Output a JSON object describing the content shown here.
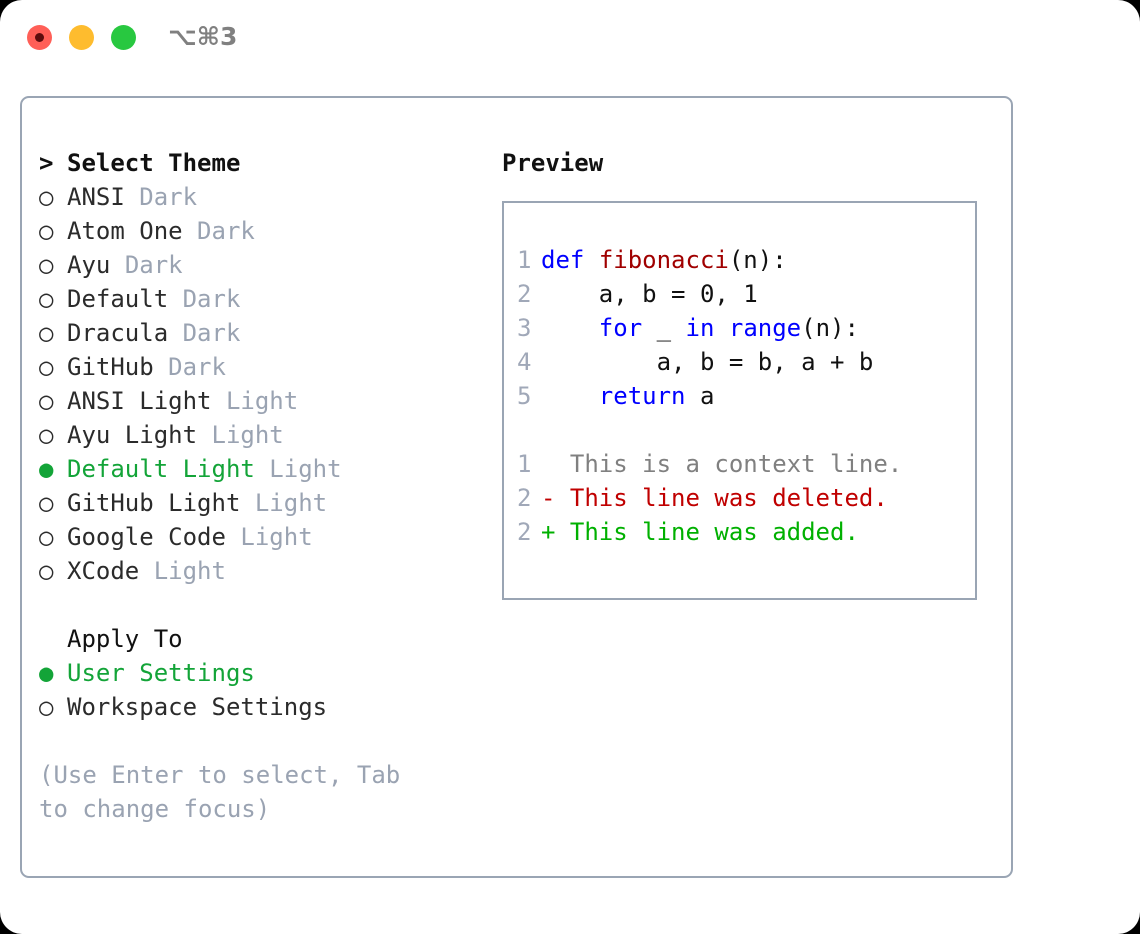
{
  "window": {
    "shortcut": "⌥⌘3",
    "traffic_lights": [
      "close-red",
      "minimize-yellow",
      "maximize-green"
    ],
    "colors": {
      "red": "#ff5f57",
      "yellow": "#febc2e",
      "green": "#28c840",
      "border": "#9aa5b4",
      "accent_green": "#13a438",
      "muted": "#9aa3b2"
    }
  },
  "theme_picker": {
    "header_marker": ">",
    "header_label": "Select Theme",
    "items": [
      {
        "marker": "○",
        "name": "ANSI",
        "kind": "Dark",
        "selected": false
      },
      {
        "marker": "○",
        "name": "Atom One",
        "kind": "Dark",
        "selected": false
      },
      {
        "marker": "○",
        "name": "Ayu",
        "kind": "Dark",
        "selected": false
      },
      {
        "marker": "○",
        "name": "Default",
        "kind": "Dark",
        "selected": false
      },
      {
        "marker": "○",
        "name": "Dracula",
        "kind": "Dark",
        "selected": false
      },
      {
        "marker": "○",
        "name": "GitHub",
        "kind": "Dark",
        "selected": false
      },
      {
        "marker": "○",
        "name": "ANSI Light",
        "kind": "Light",
        "selected": false
      },
      {
        "marker": "○",
        "name": "Ayu Light",
        "kind": "Light",
        "selected": false
      },
      {
        "marker": "●",
        "name": "Default Light",
        "kind": "Light",
        "selected": true
      },
      {
        "marker": "○",
        "name": "GitHub Light",
        "kind": "Light",
        "selected": false
      },
      {
        "marker": "○",
        "name": "Google Code",
        "kind": "Light",
        "selected": false
      },
      {
        "marker": "○",
        "name": "XCode",
        "kind": "Light",
        "selected": false
      }
    ]
  },
  "apply_to": {
    "header_label": "Apply To",
    "options": [
      {
        "marker": "●",
        "label": "User Settings",
        "selected": true
      },
      {
        "marker": "○",
        "label": "Workspace Settings",
        "selected": false
      }
    ]
  },
  "help": {
    "text": "(Use Enter to select, Tab to change focus)"
  },
  "preview": {
    "title": "Preview",
    "code": {
      "lines": [
        {
          "number": "1",
          "tokens": [
            {
              "t": "def",
              "c": "kw"
            },
            {
              "t": " ",
              "c": "plain"
            },
            {
              "t": "fibonacci",
              "c": "fn"
            },
            {
              "t": "(n):",
              "c": "plain"
            }
          ]
        },
        {
          "number": "2",
          "tokens": [
            {
              "t": "    a, b = 0, 1",
              "c": "plain"
            }
          ]
        },
        {
          "number": "3",
          "tokens": [
            {
              "t": "    ",
              "c": "plain"
            },
            {
              "t": "for",
              "c": "kw"
            },
            {
              "t": " _ ",
              "c": "plain"
            },
            {
              "t": "in",
              "c": "kw"
            },
            {
              "t": " ",
              "c": "plain"
            },
            {
              "t": "range",
              "c": "kw"
            },
            {
              "t": "(n):",
              "c": "plain"
            }
          ]
        },
        {
          "number": "4",
          "tokens": [
            {
              "t": "        a, b = b, a + b",
              "c": "plain"
            }
          ]
        },
        {
          "number": "5",
          "tokens": [
            {
              "t": "    ",
              "c": "plain"
            },
            {
              "t": "return",
              "c": "kw"
            },
            {
              "t": " a",
              "c": "plain"
            }
          ]
        }
      ]
    },
    "diff": {
      "lines": [
        {
          "number": "1",
          "sign": " ",
          "text": " This is a context line.",
          "type": "ctx"
        },
        {
          "number": "2",
          "sign": "-",
          "text": " This line was deleted.",
          "type": "del"
        },
        {
          "number": "2",
          "sign": "+",
          "text": " This line was added.",
          "type": "add"
        }
      ]
    }
  }
}
